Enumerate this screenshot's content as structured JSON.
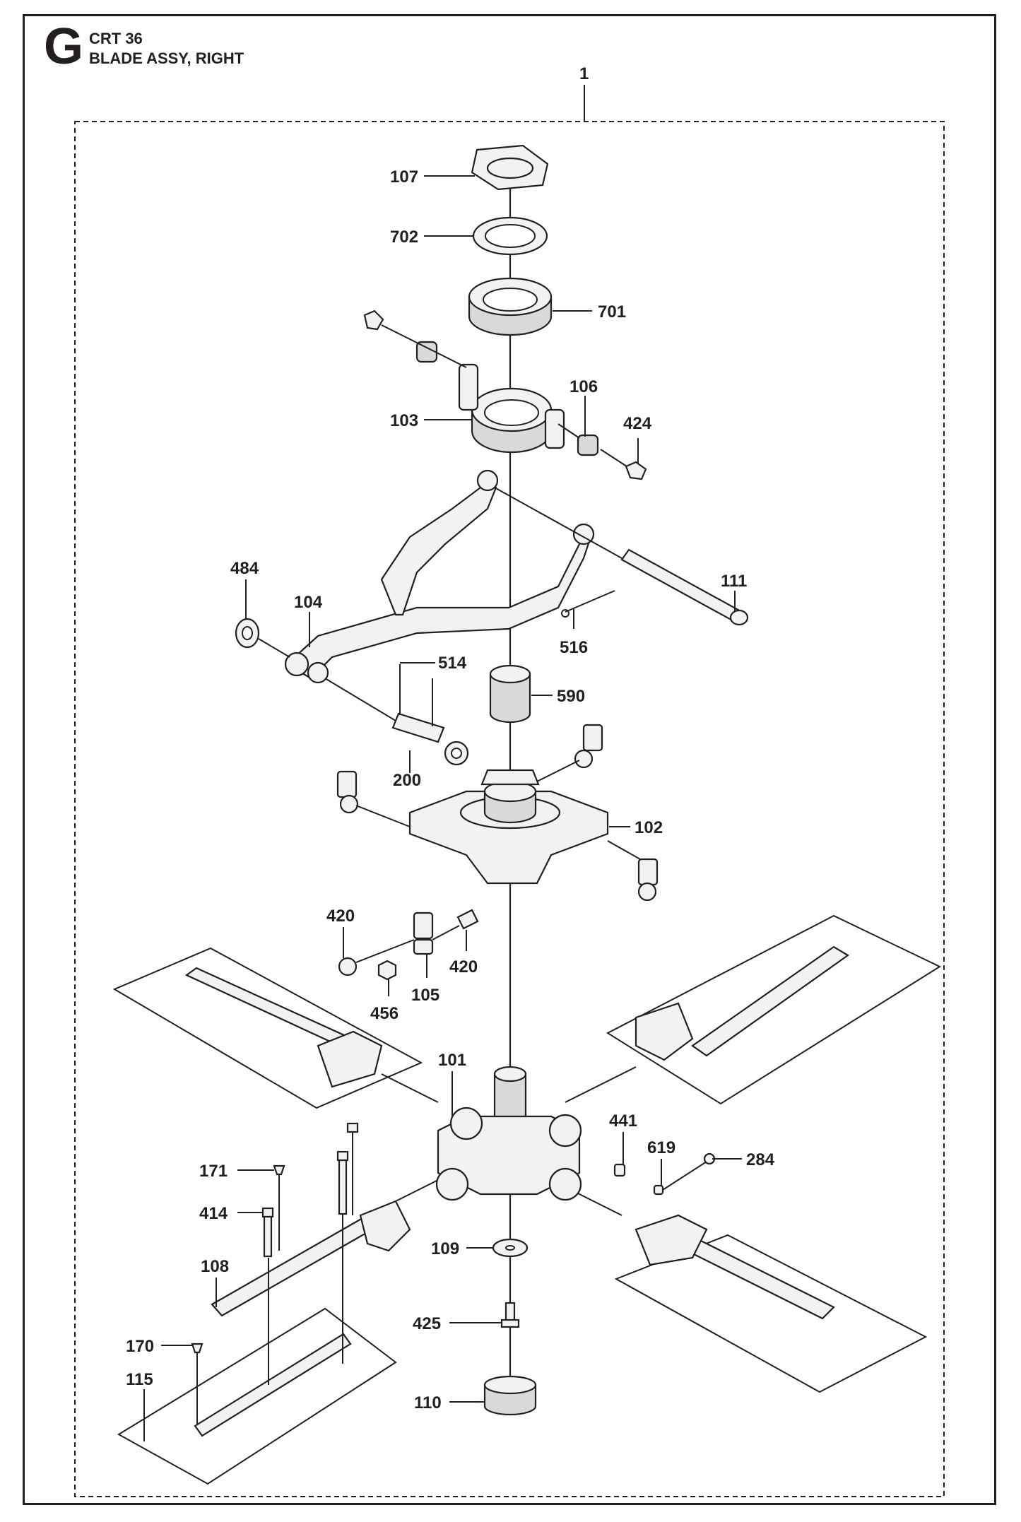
{
  "header": {
    "letter": "G",
    "model": "CRT 36",
    "title": "BLADE ASSY, RIGHT"
  },
  "assembly_callout": "1",
  "callouts": [
    {
      "id": "c107",
      "text": "107"
    },
    {
      "id": "c702",
      "text": "702"
    },
    {
      "id": "c701",
      "text": "701"
    },
    {
      "id": "c106",
      "text": "106"
    },
    {
      "id": "c424",
      "text": "424"
    },
    {
      "id": "c103",
      "text": "103"
    },
    {
      "id": "c484",
      "text": "484"
    },
    {
      "id": "c104",
      "text": "104"
    },
    {
      "id": "c111",
      "text": "111"
    },
    {
      "id": "c516",
      "text": "516"
    },
    {
      "id": "c514",
      "text": "514"
    },
    {
      "id": "c590",
      "text": "590"
    },
    {
      "id": "c200",
      "text": "200"
    },
    {
      "id": "c102",
      "text": "102"
    },
    {
      "id": "c420a",
      "text": "420"
    },
    {
      "id": "c420b",
      "text": "420"
    },
    {
      "id": "c105",
      "text": "105"
    },
    {
      "id": "c456",
      "text": "456"
    },
    {
      "id": "c101",
      "text": "101"
    },
    {
      "id": "c441",
      "text": "441"
    },
    {
      "id": "c619",
      "text": "619"
    },
    {
      "id": "c284",
      "text": "284"
    },
    {
      "id": "c171",
      "text": "171"
    },
    {
      "id": "c414",
      "text": "414"
    },
    {
      "id": "c108",
      "text": "108"
    },
    {
      "id": "c109",
      "text": "109"
    },
    {
      "id": "c425",
      "text": "425"
    },
    {
      "id": "c170",
      "text": "170"
    },
    {
      "id": "c115",
      "text": "115"
    },
    {
      "id": "c110",
      "text": "110"
    }
  ]
}
